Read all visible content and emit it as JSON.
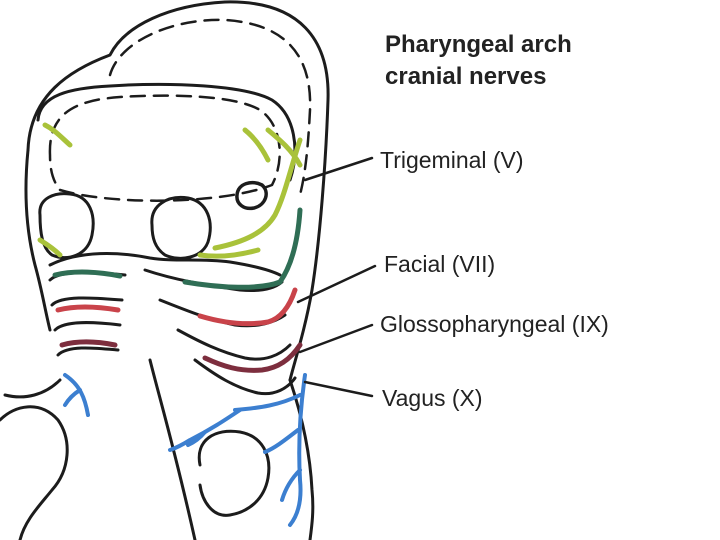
{
  "title_lines": [
    "Pharyngeal arch",
    "cranial nerves"
  ],
  "labels": {
    "trigeminal": "Trigeminal (V)",
    "facial": "Facial (VII)",
    "glossopharyngeal": "Glossopharyngeal (IX)",
    "vagus": "Vagus (X)"
  },
  "colors": {
    "outline": "#1c1c1c",
    "trigeminal": "#a9c23a",
    "facial": "#2f6e55",
    "glossopharyngeal": "#c9434a",
    "vagus": "#3c7fd0",
    "arch_dark": "#7d2e3e"
  }
}
